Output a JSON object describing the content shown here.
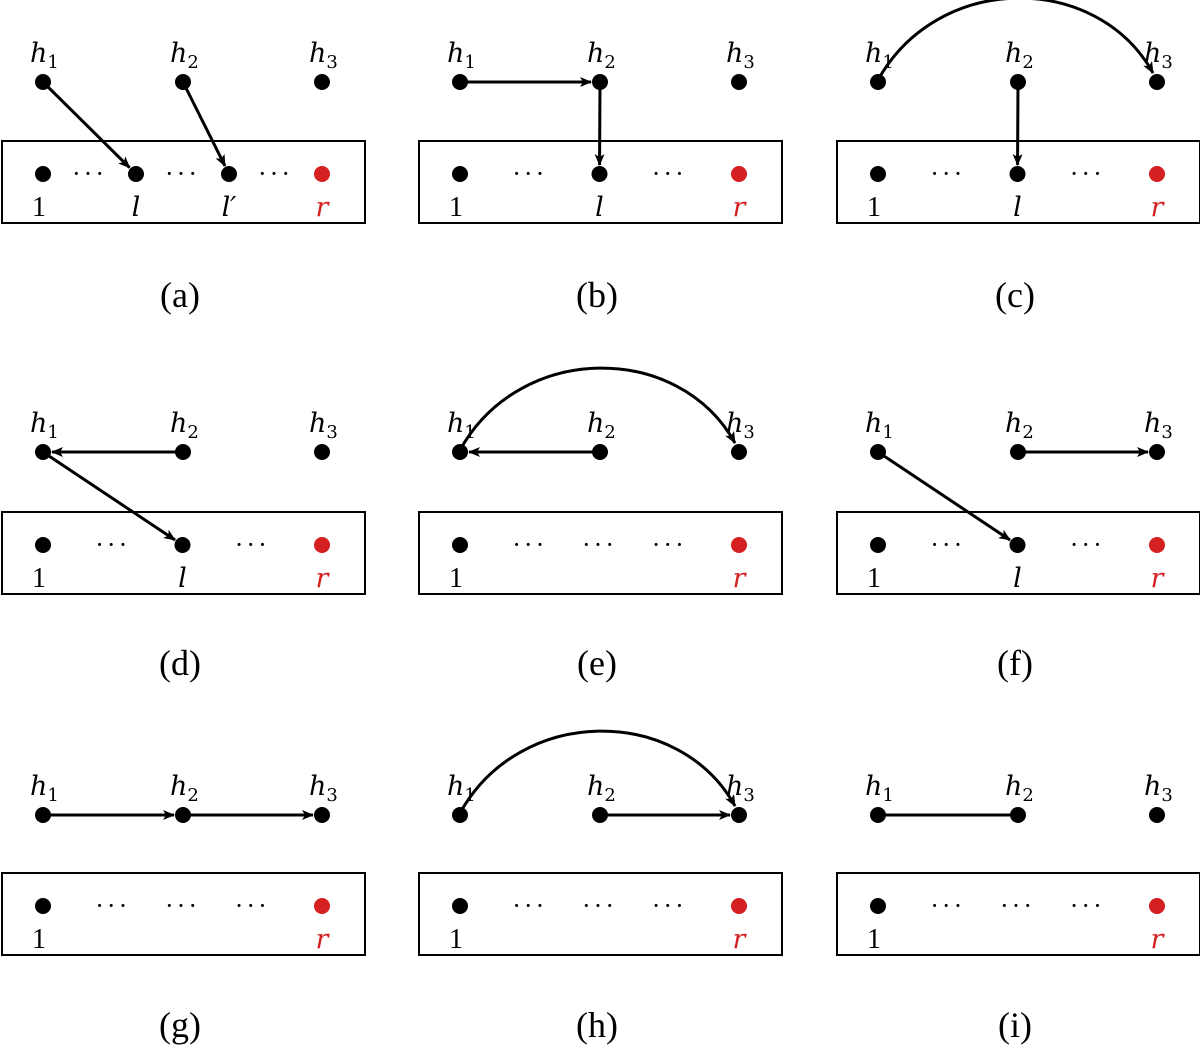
{
  "colors": {
    "ink": "#000000",
    "root": "#d42020"
  },
  "labels": {
    "h": "h",
    "h1_sub": "1",
    "h2_sub": "2",
    "h3_sub": "3",
    "one": "1",
    "l": "l",
    "l_prime": "l′",
    "r": "r",
    "ellipsis": "···"
  },
  "captions": [
    "(a)",
    "(b)",
    "(c)",
    "(d)",
    "(e)",
    "(f)",
    "(g)",
    "(h)",
    "(i)"
  ],
  "panels": [
    {
      "id": "a",
      "bottom": [
        "one",
        "ell",
        "l",
        "ell",
        "l_prime",
        "ell",
        "r"
      ],
      "edges": [
        {
          "from": "h1",
          "to": "l",
          "kind": "arrow"
        },
        {
          "from": "h2",
          "to": "l_prime",
          "kind": "arrow"
        }
      ]
    },
    {
      "id": "b",
      "bottom": [
        "one",
        "ell",
        "l",
        "ell",
        "r"
      ],
      "edges": [
        {
          "from": "h1",
          "to": "h2",
          "kind": "arrow"
        },
        {
          "from": "h2",
          "to": "l",
          "kind": "arrow"
        }
      ]
    },
    {
      "id": "c",
      "bottom": [
        "one",
        "ell",
        "l",
        "ell",
        "r"
      ],
      "edges": [
        {
          "from": "h1",
          "to": "h3",
          "kind": "arc"
        },
        {
          "from": "h2",
          "to": "l",
          "kind": "arrow"
        }
      ]
    },
    {
      "id": "d",
      "bottom": [
        "one",
        "ell",
        "l",
        "ell",
        "r"
      ],
      "edges": [
        {
          "from": "h2",
          "to": "h1",
          "kind": "arrow"
        },
        {
          "from": "h1",
          "to": "l",
          "kind": "arrow"
        }
      ]
    },
    {
      "id": "e",
      "bottom": [
        "one",
        "ell",
        "ell",
        "ell",
        "r"
      ],
      "edges": [
        {
          "from": "h2",
          "to": "h1",
          "kind": "arrow"
        },
        {
          "from": "h1",
          "to": "h3",
          "kind": "arc"
        }
      ]
    },
    {
      "id": "f",
      "bottom": [
        "one",
        "ell",
        "l",
        "ell",
        "r"
      ],
      "edges": [
        {
          "from": "h1",
          "to": "l",
          "kind": "arrow"
        },
        {
          "from": "h2",
          "to": "h3",
          "kind": "arrow"
        }
      ]
    },
    {
      "id": "g",
      "bottom": [
        "one",
        "ell",
        "ell",
        "ell",
        "r"
      ],
      "edges": [
        {
          "from": "h1",
          "to": "h2",
          "kind": "arrow"
        },
        {
          "from": "h2",
          "to": "h3",
          "kind": "arrow"
        }
      ]
    },
    {
      "id": "h",
      "bottom": [
        "one",
        "ell",
        "ell",
        "ell",
        "r"
      ],
      "edges": [
        {
          "from": "h1",
          "to": "h3",
          "kind": "arc"
        },
        {
          "from": "h2",
          "to": "h3",
          "kind": "arrow"
        }
      ]
    },
    {
      "id": "i",
      "bottom": [
        "one",
        "ell",
        "ell",
        "ell",
        "r"
      ],
      "edges": [
        {
          "from": "h1",
          "to": "h2",
          "kind": "line"
        }
      ]
    }
  ]
}
